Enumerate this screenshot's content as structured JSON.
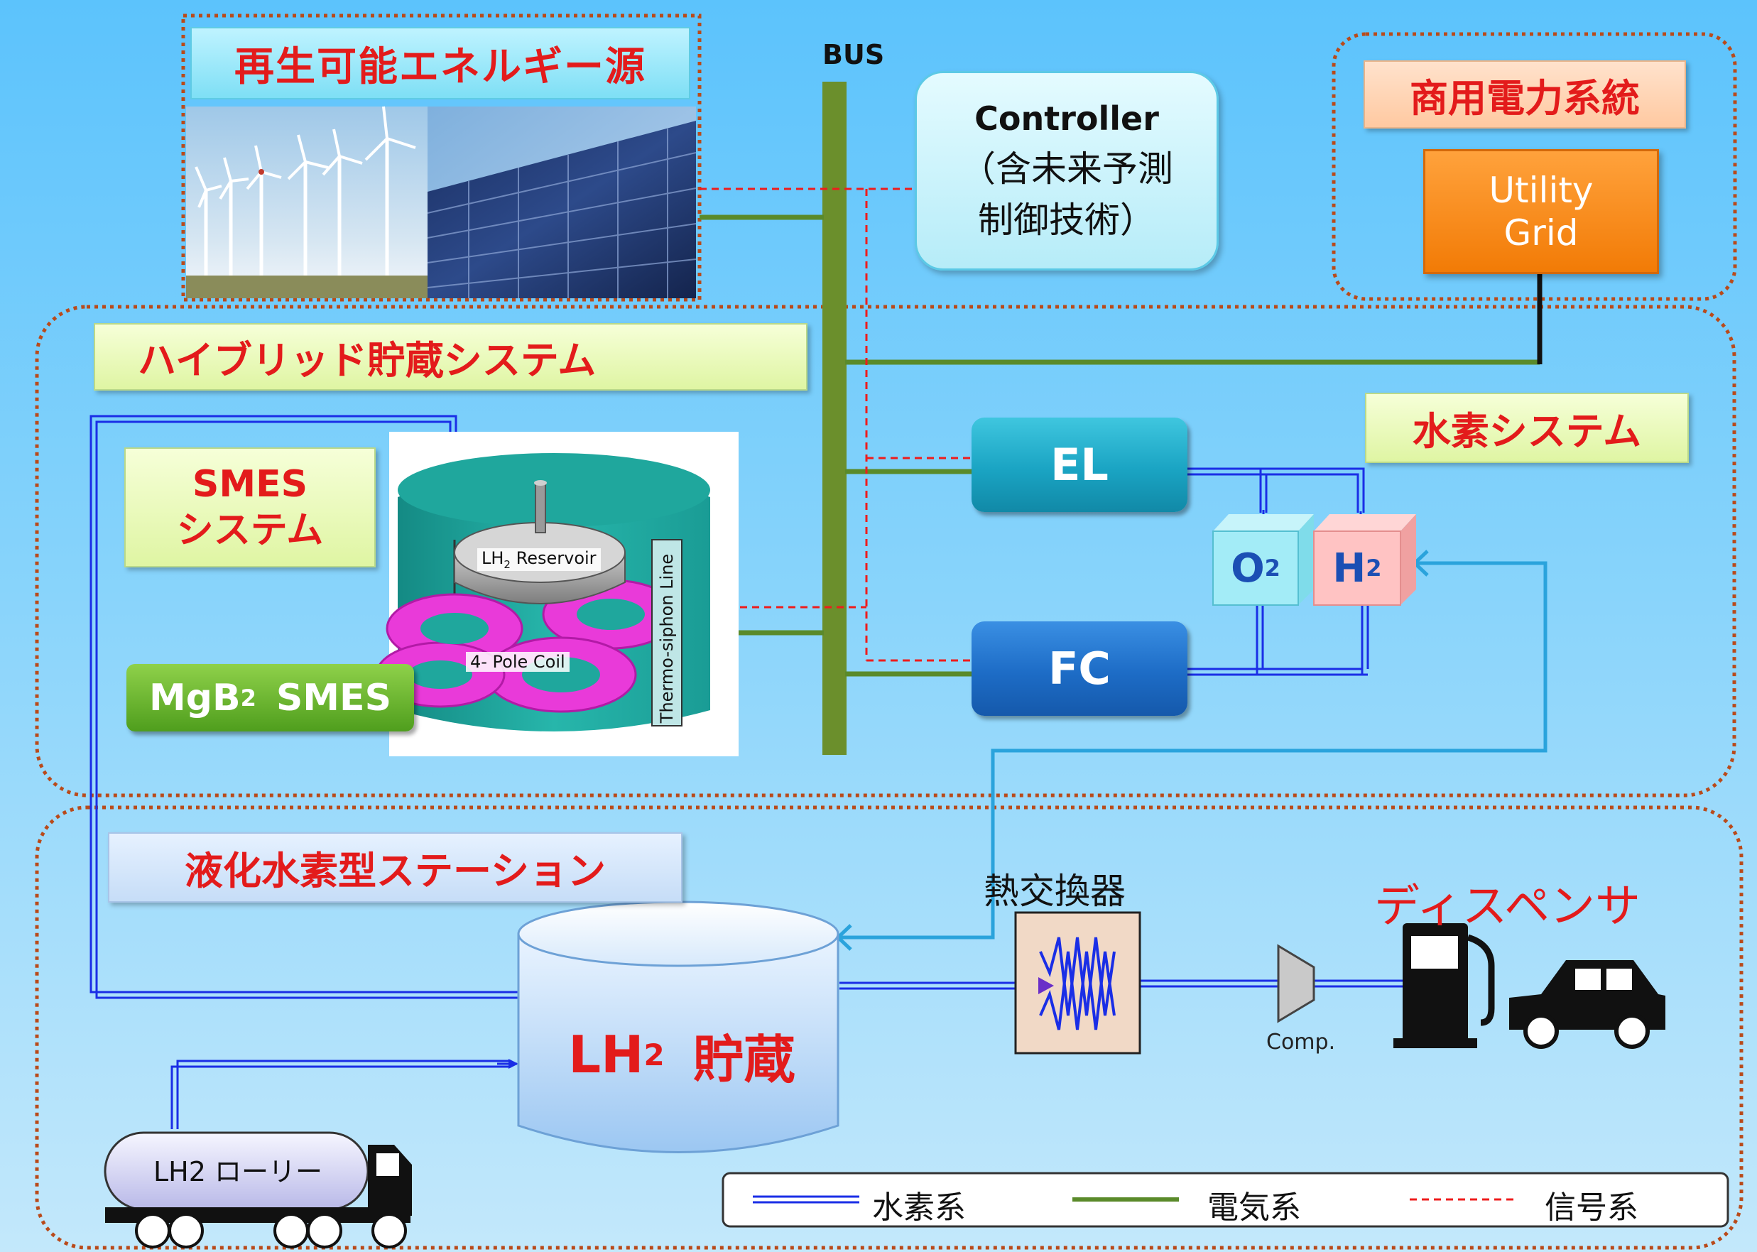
{
  "renewable": {
    "title": "再生可能エネルギー源"
  },
  "bus": {
    "label": "BUS"
  },
  "controller": {
    "line1": "Controller",
    "line2": "（含未来予測",
    "line3": "制御技術）"
  },
  "grid": {
    "title": "商用電力系統",
    "box_line1": "Utility",
    "box_line2": "Grid"
  },
  "hybrid": {
    "title": "ハイブリッド貯蔵システム"
  },
  "smes": {
    "title_line1": "SMES",
    "title_line2": "システム",
    "mgb2_label": "MgB",
    "mgb2_sub": "2",
    "mgb2_suffix": "SMES",
    "reservoir_label": "LH",
    "reservoir_sub": "2",
    "reservoir_suffix": "Reservoir",
    "coil_label": "4- Pole Coil",
    "thermo_label": "Thermo-siphon Line"
  },
  "hydrogen_system": {
    "title": "水素システム",
    "el_label": "EL",
    "fc_label": "FC",
    "o2_label": "O",
    "o2_sub": "2",
    "h2_label": "H",
    "h2_sub": "2"
  },
  "station": {
    "title": "液化水素型ステーション",
    "storage_label": "LH",
    "storage_sub": "2",
    "storage_suffix": "貯蔵",
    "heat_exchanger": "熱交換器",
    "compressor": "Comp.",
    "dispenser": "ディスペンサ",
    "lorry": "LH2 ローリー"
  },
  "legend": {
    "hydrogen": "水素系",
    "electric": "電気系",
    "signal": "信号系"
  },
  "colors": {
    "hydrogen_line": "#1a2ee6",
    "electric_line": "#5a8a2a",
    "signal_line": "#ee1c1c",
    "return_line": "#2aa3dc",
    "label_red": "#e31b1b"
  }
}
